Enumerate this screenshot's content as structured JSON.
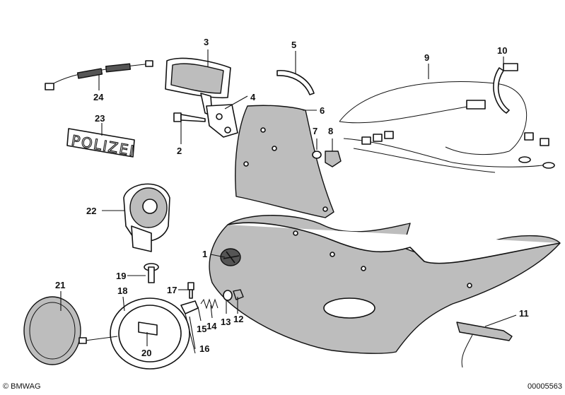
{
  "callouts": [
    {
      "id": "1",
      "label": "1"
    },
    {
      "id": "2",
      "label": "2"
    },
    {
      "id": "3",
      "label": "3"
    },
    {
      "id": "4",
      "label": "4"
    },
    {
      "id": "5",
      "label": "5"
    },
    {
      "id": "6",
      "label": "6"
    },
    {
      "id": "7",
      "label": "7"
    },
    {
      "id": "8",
      "label": "8"
    },
    {
      "id": "9",
      "label": "9"
    },
    {
      "id": "10",
      "label": "10"
    },
    {
      "id": "11",
      "label": "11"
    },
    {
      "id": "12",
      "label": "12"
    },
    {
      "id": "13",
      "label": "13"
    },
    {
      "id": "14",
      "label": "14"
    },
    {
      "id": "15",
      "label": "15"
    },
    {
      "id": "16",
      "label": "16"
    },
    {
      "id": "17",
      "label": "17"
    },
    {
      "id": "18",
      "label": "18"
    },
    {
      "id": "19",
      "label": "19"
    },
    {
      "id": "20",
      "label": "20"
    },
    {
      "id": "21",
      "label": "21"
    },
    {
      "id": "22",
      "label": "22"
    },
    {
      "id": "23",
      "label": "23"
    },
    {
      "id": "24",
      "label": "24"
    }
  ],
  "badge_text": "POLIZEI",
  "copyright": "© BMWAG",
  "document_number": "00005563"
}
